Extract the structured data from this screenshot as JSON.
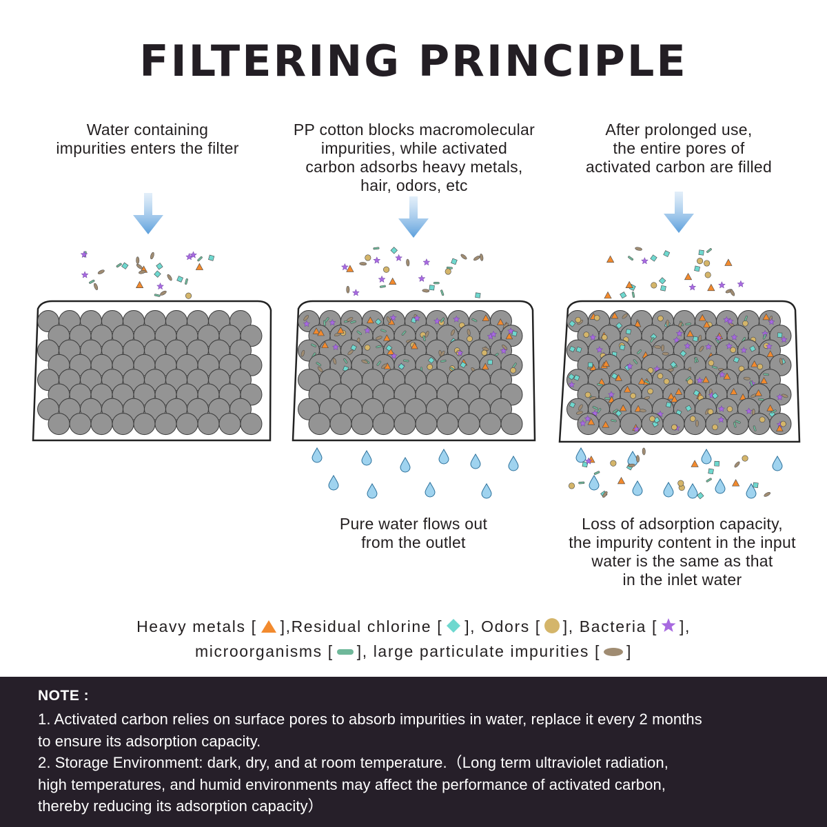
{
  "title": "FILTERING PRINCIPLE",
  "stages": [
    {
      "caption_top": [
        "Water containing",
        "impurities enters the filter"
      ],
      "caption_bottom": []
    },
    {
      "caption_top": [
        "PP cotton blocks macromolecular",
        "impurities, while activated",
        "carbon adsorbs heavy metals,",
        "hair, odors, etc"
      ],
      "caption_bottom": [
        "Pure water flows out",
        "from the outlet"
      ]
    },
    {
      "caption_top": [
        "After prolonged use,",
        "the entire pores of",
        "activated carbon are filled"
      ],
      "caption_bottom": [
        "Loss of adsorption capacity,",
        "the impurity content in the input",
        "water is the same as that",
        "in the inlet water"
      ]
    }
  ],
  "legend": {
    "items": [
      {
        "label": "Heavy metals",
        "symbol": "triangle-icon",
        "color": "#f28a2e"
      },
      {
        "label": "Residual chlorine",
        "symbol": "diamond-icon",
        "color": "#6fd8cf"
      },
      {
        "label": "Odors",
        "symbol": "circle-icon",
        "color": "#d4b56a"
      },
      {
        "label": "Bacteria",
        "symbol": "star-icon",
        "color": "#a86ae0"
      },
      {
        "label": "microorganisms",
        "symbol": "bar-icon",
        "color": "#6fb89a"
      },
      {
        "label": "large particulate impurities",
        "symbol": "ellipse-icon",
        "color": "#a08c72"
      }
    ]
  },
  "note": {
    "heading": "NOTE :",
    "lines": [
      "1. Activated carbon relies on surface pores to absorb impurities in water, replace it every 2 months",
      "to ensure its adsorption capacity.",
      "2. Storage Environment: dark, dry, and at room temperature.（Long term ultraviolet radiation,",
      "high temperatures, and humid environments may affect the performance of activated carbon,",
      "thereby reducing its adsorption capacity）"
    ]
  },
  "colors": {
    "arrow": "#5b9fdc",
    "carbon_fill": "#949494",
    "carbon_stroke": "#3a3a3a",
    "water_drop": "#9fd3ef",
    "note_background": "#261f29"
  }
}
